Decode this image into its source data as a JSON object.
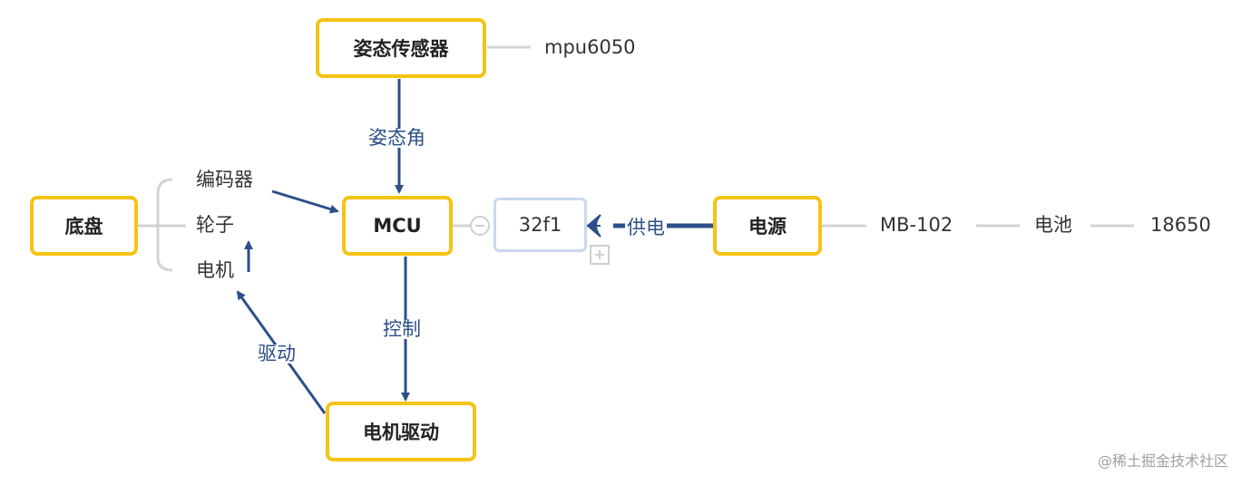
{
  "nodes": {
    "sensor": "姿态传感器",
    "mcu": "MCU",
    "chassis": "底盘",
    "power": "电源",
    "motor_driver": "电机驱动"
  },
  "leaves": {
    "sensor_model": "mpu6050",
    "chassis_items": [
      "编码器",
      "轮子",
      "电机"
    ],
    "mcu_chip": "32f1",
    "power_chain": [
      "MB-102",
      "电池",
      "18650"
    ]
  },
  "edges": {
    "sensor_to_mcu": "姿态角",
    "mcu_to_driver": "控制",
    "driver_to_motor": "驱动",
    "power_to_chip": "供电"
  },
  "watermark": "@稀土掘金技术社区",
  "colors": {
    "node_border": "#f5c313",
    "arrow": "#2c4f8a",
    "branch": "#d4d4d4",
    "selected_border": "#c9d8ee"
  }
}
